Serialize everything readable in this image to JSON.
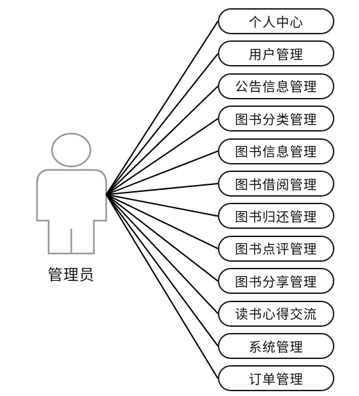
{
  "actor": {
    "label": "管理员"
  },
  "use_cases": [
    "个人中心",
    "用户管理",
    "公告信息管理",
    "图书分类管理",
    "图书信息管理",
    "图书借阅管理",
    "图书归还管理",
    "图书点评管理",
    "图书分享管理",
    "读书心得交流",
    "系统管理",
    "订单管理"
  ],
  "colors": {
    "line": "#000000",
    "border": "#1a1a1a",
    "actor_outline": "#9a9a9a"
  }
}
